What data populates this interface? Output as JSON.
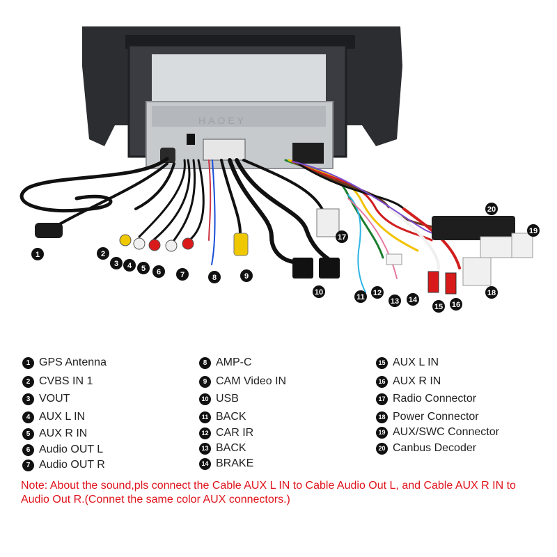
{
  "diagram": {
    "callouts": [
      {
        "num": "1"
      },
      {
        "num": "2"
      },
      {
        "num": "3"
      },
      {
        "num": "4"
      },
      {
        "num": "5"
      },
      {
        "num": "6"
      },
      {
        "num": "7"
      },
      {
        "num": "8"
      },
      {
        "num": "9"
      },
      {
        "num": "10"
      },
      {
        "num": "11"
      },
      {
        "num": "12"
      },
      {
        "num": "13"
      },
      {
        "num": "14"
      },
      {
        "num": "15"
      },
      {
        "num": "16"
      },
      {
        "num": "17"
      },
      {
        "num": "18"
      },
      {
        "num": "19"
      },
      {
        "num": "20"
      }
    ],
    "watermark": "HAOEY"
  },
  "legend": {
    "col1": [
      {
        "num": "1",
        "label": "GPS Antenna"
      },
      {
        "num": "2",
        "label": "CVBS IN 1"
      },
      {
        "num": "3",
        "label": "VOUT"
      },
      {
        "num": "4",
        "label": "AUX L IN"
      },
      {
        "num": "5",
        "label": "AUX R IN"
      },
      {
        "num": "6",
        "label": "Audio OUT L"
      },
      {
        "num": "7",
        "label": "Audio OUT R"
      }
    ],
    "col2": [
      {
        "num": "8",
        "label": "AMP-C"
      },
      {
        "num": "9",
        "label": "CAM Video IN"
      },
      {
        "num": "10",
        "label": "USB"
      },
      {
        "num": "11",
        "label": "BACK"
      },
      {
        "num": "12",
        "label": "CAR IR"
      },
      {
        "num": "13",
        "label": "BACK"
      },
      {
        "num": "14",
        "label": "BRAKE"
      }
    ],
    "col3": [
      {
        "num": "15",
        "label": "AUX L IN"
      },
      {
        "num": "16",
        "label": "AUX R IN"
      },
      {
        "num": "17",
        "label": "Radio Connector"
      },
      {
        "num": "18",
        "label": "Power Connector"
      },
      {
        "num": "19",
        "label": "AUX/SWC Connector"
      },
      {
        "num": "20",
        "label": "Canbus Decoder"
      }
    ]
  },
  "note": "Note: About the sound,pls connect the Cable AUX L IN to Cable Audio Out L, and Cable AUX R IN to  Audio Out R.(Connet the same color AUX connectors.)"
}
